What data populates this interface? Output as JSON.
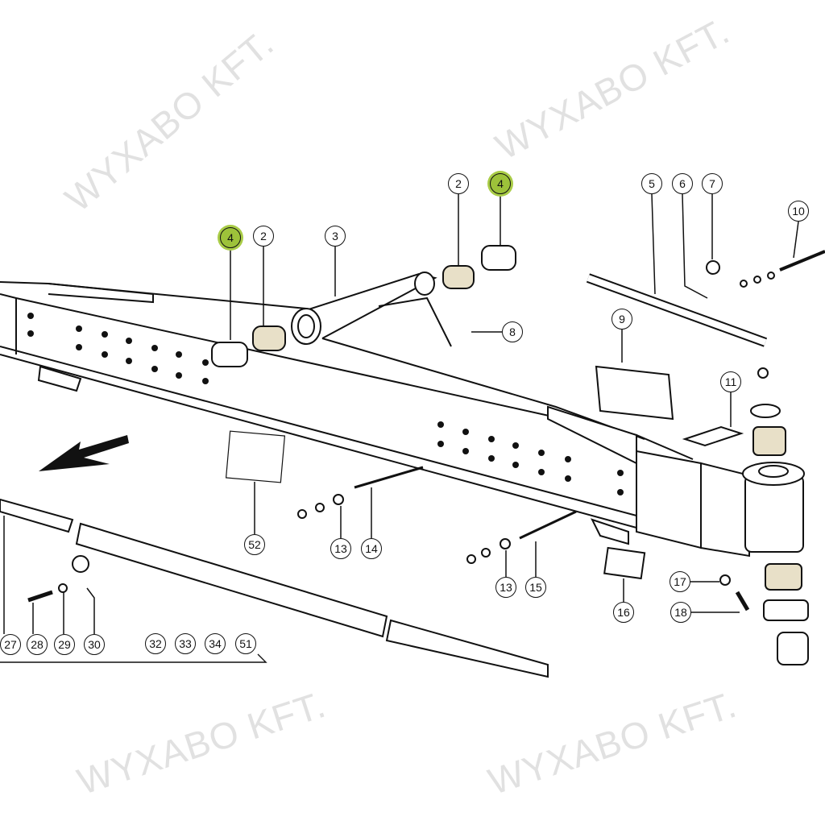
{
  "watermark": "WYXABO KFT.",
  "highlight_color": "#9dc23a",
  "callouts": [
    {
      "label": "4",
      "highlighted": true
    },
    {
      "label": "2",
      "highlighted": false
    },
    {
      "label": "3",
      "highlighted": false
    },
    {
      "label": "2",
      "highlighted": false
    },
    {
      "label": "4",
      "highlighted": true
    },
    {
      "label": "5",
      "highlighted": false
    },
    {
      "label": "6",
      "highlighted": false
    },
    {
      "label": "7",
      "highlighted": false
    },
    {
      "label": "10",
      "highlighted": false
    },
    {
      "label": "8",
      "highlighted": false
    },
    {
      "label": "9",
      "highlighted": false
    },
    {
      "label": "11",
      "highlighted": false
    },
    {
      "label": "52",
      "highlighted": false
    },
    {
      "label": "13",
      "highlighted": false
    },
    {
      "label": "14",
      "highlighted": false
    },
    {
      "label": "13",
      "highlighted": false
    },
    {
      "label": "15",
      "highlighted": false
    },
    {
      "label": "16",
      "highlighted": false
    },
    {
      "label": "17",
      "highlighted": false
    },
    {
      "label": "18",
      "highlighted": false
    },
    {
      "label": "27",
      "highlighted": false
    },
    {
      "label": "28",
      "highlighted": false
    },
    {
      "label": "29",
      "highlighted": false
    },
    {
      "label": "30",
      "highlighted": false
    },
    {
      "label": "32",
      "highlighted": false
    },
    {
      "label": "33",
      "highlighted": false
    },
    {
      "label": "34",
      "highlighted": false
    },
    {
      "label": "51",
      "highlighted": false
    }
  ]
}
